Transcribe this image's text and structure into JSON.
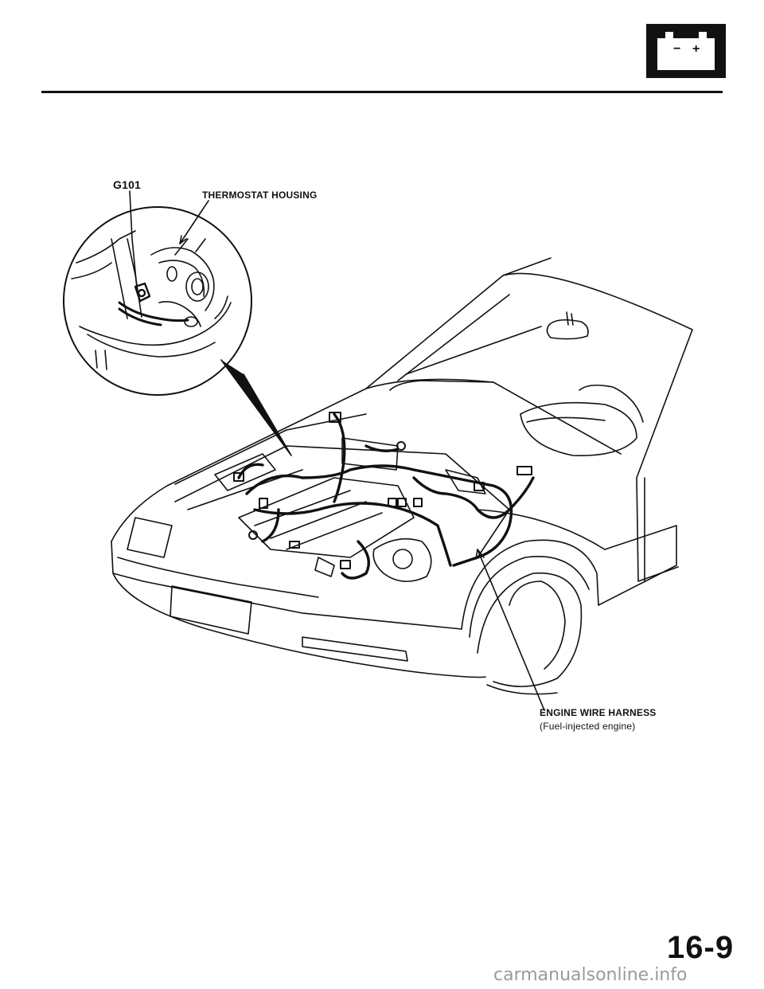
{
  "header": {
    "icon": "battery-icon",
    "icon_minus": "−",
    "icon_plus": "+"
  },
  "labels": {
    "ground": "G101",
    "thermostat": "THERMOSTAT HOUSING",
    "harness": "ENGINE WIRE HARNESS",
    "harness_note": "(Fuel-injected engine)"
  },
  "footer": {
    "page_number": "16-9",
    "watermark": "carmanualsonline.info"
  },
  "colors": {
    "ink": "#111111",
    "watermark": "#9a9a9a"
  }
}
